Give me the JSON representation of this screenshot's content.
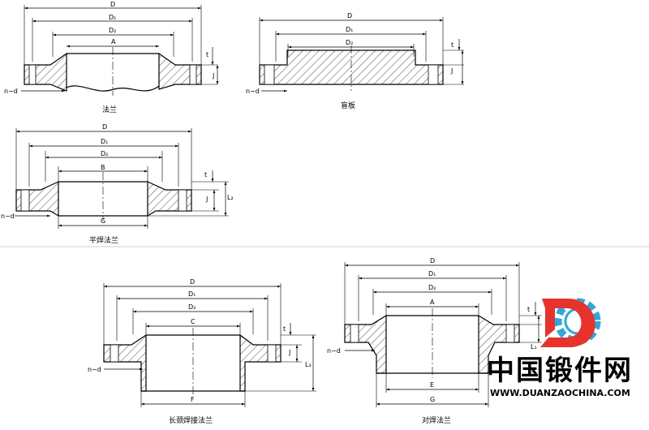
{
  "figures": {
    "flange": {
      "caption": "法兰",
      "labels": {
        "D": "D",
        "D1": "D₁",
        "D2": "D₂",
        "A": "A",
        "t": "t",
        "J": "J",
        "nd": "n−d"
      }
    },
    "blind": {
      "caption": "盲板",
      "labels": {
        "D": "D",
        "D1": "D₁",
        "D2": "D₂",
        "t": "t",
        "J": "J",
        "nd": "n−d"
      }
    },
    "slipon": {
      "caption": "平焊法兰",
      "labels": {
        "D": "D",
        "D1": "D₁",
        "D2": "D₂",
        "B": "B",
        "G": "G",
        "t": "t",
        "J": "J",
        "L2": "L₂",
        "nd": "n−d"
      }
    },
    "longneck": {
      "caption": "长颈焊接法兰",
      "labels": {
        "D": "D",
        "D1": "D₁",
        "D2": "D₂",
        "C": "C",
        "F": "F",
        "t": "t",
        "J": "J",
        "L3": "L₃",
        "nd": "n−d"
      }
    },
    "buttweld": {
      "caption": "对焊法兰",
      "labels": {
        "D": "D",
        "D1": "D₁",
        "D2": "D₂",
        "A": "A",
        "E": "E",
        "G": "G",
        "t": "t",
        "L1": "L₁",
        "nd": "n−d"
      }
    }
  },
  "brand": {
    "name": "中国锻件网",
    "url": "WWW.DUANZAOCHINA.COM"
  },
  "colors": {
    "line": "#000000",
    "logo_red": "#e8322c",
    "logo_blue": "#2aa8e0"
  }
}
